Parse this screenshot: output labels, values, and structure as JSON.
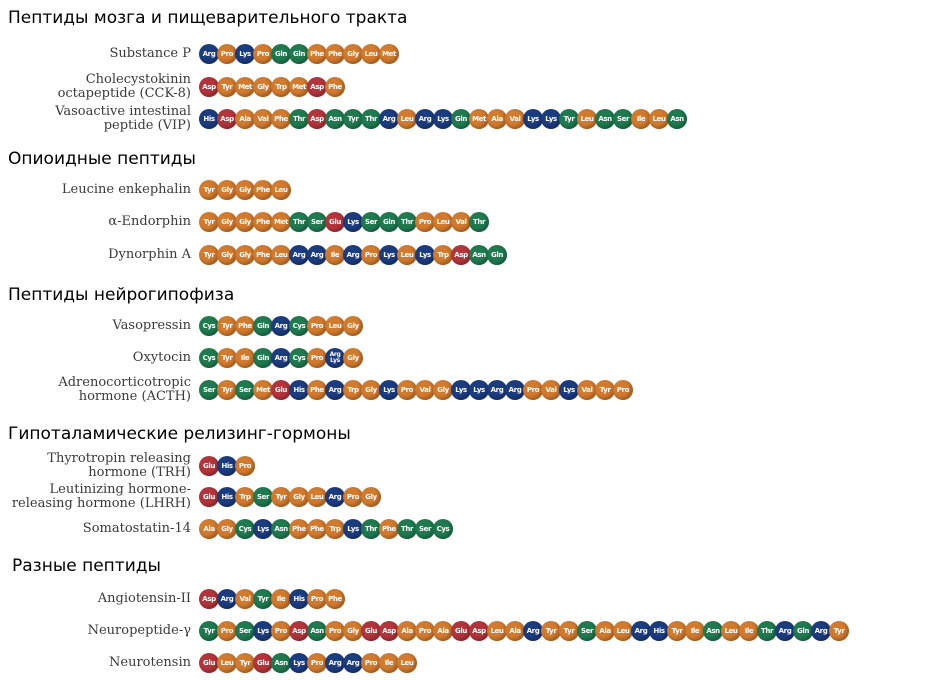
{
  "colors": {
    "orange": "#d27a2e",
    "blue": "#1c3c80",
    "green": "#1f7a4f",
    "red": "#b3343a"
  },
  "sections": [
    {
      "title": "Пептиды мозга и пищеварительного тракта",
      "peptides": [
        {
          "name": "Substance P",
          "residues": [
            [
              "Arg",
              "b"
            ],
            [
              "Pro",
              "o"
            ],
            [
              "Lys",
              "b"
            ],
            [
              "Pro",
              "o"
            ],
            [
              "Gln",
              "g"
            ],
            [
              "Gln",
              "g"
            ],
            [
              "Phe",
              "o"
            ],
            [
              "Phe",
              "o"
            ],
            [
              "Gly",
              "o"
            ],
            [
              "Leu",
              "o"
            ],
            [
              "Met",
              "o"
            ]
          ]
        },
        {
          "name": "Cholecystokinin octapeptide (CCK-8)",
          "residues": [
            [
              "Asp",
              "r"
            ],
            [
              "Tyr",
              "o"
            ],
            [
              "Met",
              "o"
            ],
            [
              "Gly",
              "o"
            ],
            [
              "Trp",
              "o"
            ],
            [
              "Met",
              "o"
            ],
            [
              "Asp",
              "r"
            ],
            [
              "Phe",
              "o"
            ]
          ]
        },
        {
          "name": "Vasoactive intestinal peptide (VIP)",
          "residues": [
            [
              "His",
              "b"
            ],
            [
              "Asp",
              "r"
            ],
            [
              "Ala",
              "o"
            ],
            [
              "Val",
              "o"
            ],
            [
              "Phe",
              "o"
            ],
            [
              "Thr",
              "g"
            ],
            [
              "Asp",
              "r"
            ],
            [
              "Asn",
              "g"
            ],
            [
              "Tyr",
              "g"
            ],
            [
              "Thr",
              "g"
            ],
            [
              "Arg",
              "b"
            ],
            [
              "Leu",
              "o"
            ],
            [
              "Arg",
              "b"
            ],
            [
              "Lys",
              "b"
            ],
            [
              "Gln",
              "g"
            ],
            [
              "Met",
              "o"
            ],
            [
              "Ala",
              "o"
            ],
            [
              "Val",
              "o"
            ],
            [
              "Lys",
              "b"
            ],
            [
              "Lys",
              "b"
            ],
            [
              "Tyr",
              "g"
            ],
            [
              "Leu",
              "o"
            ],
            [
              "Asn",
              "g"
            ],
            [
              "Ser",
              "g"
            ],
            [
              "Ile",
              "o"
            ],
            [
              "Leu",
              "o"
            ],
            [
              "Asn",
              "g"
            ]
          ]
        }
      ]
    },
    {
      "title": "Опиоидные пептиды",
      "peptides": [
        {
          "name": "Leucine enkephalin",
          "residues": [
            [
              "Tyr",
              "o"
            ],
            [
              "Gly",
              "o"
            ],
            [
              "Gly",
              "o"
            ],
            [
              "Phe",
              "o"
            ],
            [
              "Leu",
              "o"
            ]
          ]
        },
        {
          "name": "α-Endorphin",
          "residues": [
            [
              "Tyr",
              "o"
            ],
            [
              "Gly",
              "o"
            ],
            [
              "Gly",
              "o"
            ],
            [
              "Phe",
              "o"
            ],
            [
              "Met",
              "o"
            ],
            [
              "Thr",
              "g"
            ],
            [
              "Ser",
              "g"
            ],
            [
              "Glu",
              "r"
            ],
            [
              "Lys",
              "b"
            ],
            [
              "Ser",
              "g"
            ],
            [
              "Gln",
              "g"
            ],
            [
              "Thr",
              "g"
            ],
            [
              "Pro",
              "o"
            ],
            [
              "Leu",
              "o"
            ],
            [
              "Val",
              "o"
            ],
            [
              "Thr",
              "g"
            ]
          ]
        },
        {
          "name": "Dynorphin A",
          "residues": [
            [
              "Tyr",
              "o"
            ],
            [
              "Gly",
              "o"
            ],
            [
              "Gly",
              "o"
            ],
            [
              "Phe",
              "o"
            ],
            [
              "Leu",
              "o"
            ],
            [
              "Arg",
              "b"
            ],
            [
              "Arg",
              "b"
            ],
            [
              "Ile",
              "o"
            ],
            [
              "Arg",
              "b"
            ],
            [
              "Pro",
              "o"
            ],
            [
              "Lys",
              "b"
            ],
            [
              "Leu",
              "o"
            ],
            [
              "Lys",
              "b"
            ],
            [
              "Trp",
              "o"
            ],
            [
              "Asp",
              "r"
            ],
            [
              "Asn",
              "g"
            ],
            [
              "Gln",
              "g"
            ]
          ]
        }
      ]
    },
    {
      "title": "Пептиды нейрогипофиза",
      "peptides": [
        {
          "name": "Vasopressin",
          "residues": [
            [
              "Cys",
              "g"
            ],
            [
              "Tyr",
              "o"
            ],
            [
              "Phe",
              "o"
            ],
            [
              "Gln",
              "g"
            ],
            [
              "Arg",
              "b"
            ],
            [
              "Cys",
              "g"
            ],
            [
              "Pro",
              "o"
            ],
            [
              "Leu",
              "o"
            ],
            [
              "Gly",
              "o"
            ]
          ]
        },
        {
          "name": "Oxytocin",
          "residues": [
            [
              "Cys",
              "g"
            ],
            [
              "Tyr",
              "o"
            ],
            [
              "Ile",
              "o"
            ],
            [
              "Gln",
              "g"
            ],
            [
              "Arg",
              "b"
            ],
            [
              "Cys",
              "g"
            ],
            [
              "Pro",
              "o"
            ],
            [
              "Arg/Lys",
              "b"
            ],
            [
              "Gly",
              "o"
            ]
          ]
        },
        {
          "name": "Adrenocorticotropic hormone (ACTH)",
          "residues": [
            [
              "Ser",
              "g"
            ],
            [
              "Tyr",
              "o"
            ],
            [
              "Ser",
              "g"
            ],
            [
              "Met",
              "o"
            ],
            [
              "Glu",
              "r"
            ],
            [
              "His",
              "b"
            ],
            [
              "Phe",
              "o"
            ],
            [
              "Arg",
              "b"
            ],
            [
              "Trp",
              "o"
            ],
            [
              "Gly",
              "o"
            ],
            [
              "Lys",
              "b"
            ],
            [
              "Pro",
              "o"
            ],
            [
              "Val",
              "o"
            ],
            [
              "Gly",
              "o"
            ],
            [
              "Lys",
              "b"
            ],
            [
              "Lys",
              "b"
            ],
            [
              "Arg",
              "b"
            ],
            [
              "Arg",
              "b"
            ],
            [
              "Pro",
              "o"
            ],
            [
              "Val",
              "o"
            ],
            [
              "Lys",
              "b"
            ],
            [
              "Val",
              "o"
            ],
            [
              "Tyr",
              "o"
            ],
            [
              "Pro",
              "o"
            ]
          ]
        }
      ]
    },
    {
      "title": "Гипоталамические релизинг-гормоны",
      "peptides": [
        {
          "name": "Thyrotropin releasing hormone (TRH)",
          "residues": [
            [
              "Glu",
              "r"
            ],
            [
              "His",
              "b"
            ],
            [
              "Pro",
              "o"
            ]
          ]
        },
        {
          "name": "Leutinizing hormone-releasing hormone (LHRH)",
          "residues": [
            [
              "Glu",
              "r"
            ],
            [
              "His",
              "b"
            ],
            [
              "Trp",
              "o"
            ],
            [
              "Ser",
              "g"
            ],
            [
              "Tyr",
              "o"
            ],
            [
              "Gly",
              "o"
            ],
            [
              "Leu",
              "o"
            ],
            [
              "Arg",
              "b"
            ],
            [
              "Pro",
              "o"
            ],
            [
              "Gly",
              "o"
            ]
          ]
        },
        {
          "name": "Somatostatin-14",
          "residues": [
            [
              "Ala",
              "o"
            ],
            [
              "Gly",
              "o"
            ],
            [
              "Cys",
              "g"
            ],
            [
              "Lys",
              "b"
            ],
            [
              "Asn",
              "g"
            ],
            [
              "Phe",
              "o"
            ],
            [
              "Phe",
              "o"
            ],
            [
              "Trp",
              "o"
            ],
            [
              "Lys",
              "b"
            ],
            [
              "Thr",
              "g"
            ],
            [
              "Phe",
              "o"
            ],
            [
              "Thr",
              "g"
            ],
            [
              "Ser",
              "g"
            ],
            [
              "Cys",
              "g"
            ]
          ]
        }
      ]
    },
    {
      "title": "Разные пептиды",
      "peptides": [
        {
          "name": "Angiotensin-II",
          "residues": [
            [
              "Asp",
              "r"
            ],
            [
              "Arg",
              "b"
            ],
            [
              "Val",
              "o"
            ],
            [
              "Tyr",
              "g"
            ],
            [
              "Ile",
              "o"
            ],
            [
              "His",
              "b"
            ],
            [
              "Pro",
              "o"
            ],
            [
              "Phe",
              "o"
            ]
          ]
        },
        {
          "name": "Neuropeptide-γ",
          "residues": [
            [
              "Tyr",
              "g"
            ],
            [
              "Pro",
              "o"
            ],
            [
              "Ser",
              "g"
            ],
            [
              "Lys",
              "b"
            ],
            [
              "Pro",
              "o"
            ],
            [
              "Asp",
              "r"
            ],
            [
              "Asn",
              "g"
            ],
            [
              "Pro",
              "o"
            ],
            [
              "Gly",
              "o"
            ],
            [
              "Glu",
              "r"
            ],
            [
              "Asp",
              "r"
            ],
            [
              "Ala",
              "o"
            ],
            [
              "Pro",
              "o"
            ],
            [
              "Ala",
              "o"
            ],
            [
              "Glu",
              "r"
            ],
            [
              "Asp",
              "r"
            ],
            [
              "Leu",
              "o"
            ],
            [
              "Ala",
              "o"
            ],
            [
              "Arg",
              "b"
            ],
            [
              "Tyr",
              "o"
            ],
            [
              "Tyr",
              "o"
            ],
            [
              "Ser",
              "g"
            ],
            [
              "Ala",
              "o"
            ],
            [
              "Leu",
              "o"
            ],
            [
              "Arg",
              "b"
            ],
            [
              "His",
              "b"
            ],
            [
              "Tyr",
              "o"
            ],
            [
              "Ile",
              "o"
            ],
            [
              "Asn",
              "g"
            ],
            [
              "Leu",
              "o"
            ],
            [
              "Ile",
              "o"
            ],
            [
              "Thr",
              "g"
            ],
            [
              "Arg",
              "b"
            ],
            [
              "Gln",
              "g"
            ],
            [
              "Arg",
              "b"
            ],
            [
              "Tyr",
              "o"
            ]
          ]
        },
        {
          "name": "Neurotensin",
          "residues": [
            [
              "Glu",
              "r"
            ],
            [
              "Leu",
              "o"
            ],
            [
              "Tyr",
              "o"
            ],
            [
              "Glu",
              "r"
            ],
            [
              "Asn",
              "g"
            ],
            [
              "Lys",
              "b"
            ],
            [
              "Pro",
              "o"
            ],
            [
              "Arg",
              "b"
            ],
            [
              "Arg",
              "b"
            ],
            [
              "Pro",
              "o"
            ],
            [
              "Ile",
              "o"
            ],
            [
              "Leu",
              "o"
            ]
          ]
        }
      ]
    }
  ]
}
